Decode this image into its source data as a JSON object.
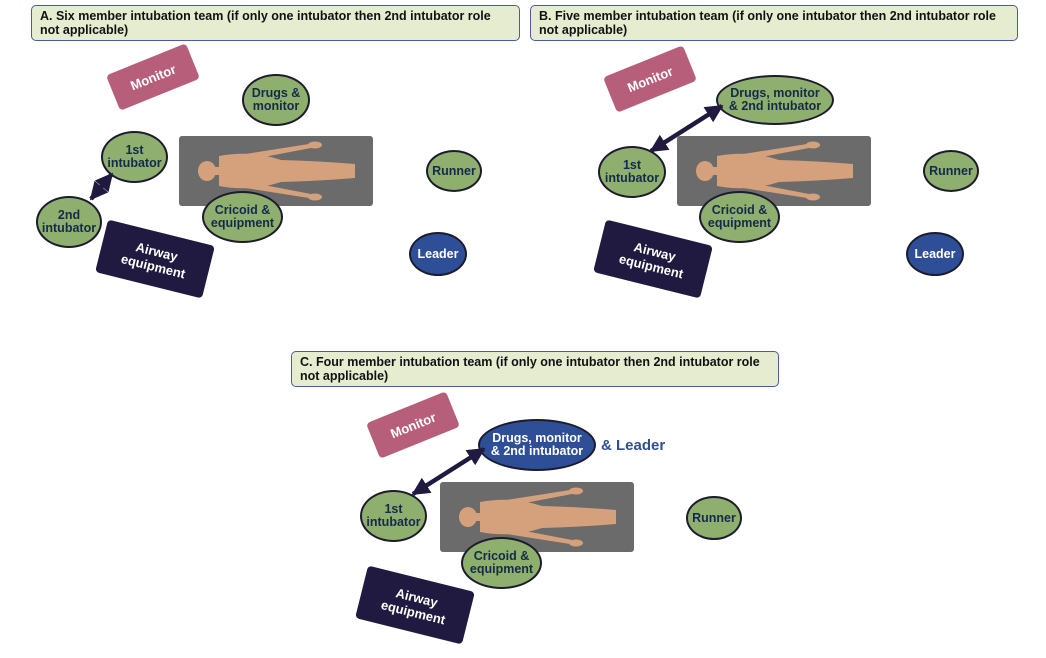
{
  "panels": {
    "a": {
      "title": "A.  Six member intubation team (if only one intubator then 2nd intubator role not applicable)",
      "monitor": "Monitor",
      "drugs": "Drugs &\nmonitor",
      "intubator1": "1st\nintubator",
      "intubator2": "2nd\nintubator",
      "cricoid": "Cricoid &\nequipment",
      "runner": "Runner",
      "leader": "Leader",
      "airway": "Airway\nequipment"
    },
    "b": {
      "title": "B.  Five member intubation team (if only one intubator then 2nd intubator role not applicable)",
      "monitor": "Monitor",
      "drugs": "Drugs, monitor\n& 2nd intubator",
      "intubator1": "1st\nintubator",
      "cricoid": "Cricoid &\nequipment",
      "runner": "Runner",
      "leader": "Leader",
      "airway": "Airway\nequipment"
    },
    "c": {
      "title": "C.  Four member intubation team (if only one intubator then 2nd intubator role not applicable)",
      "monitor": "Monitor",
      "drugs": "Drugs, monitor\n& 2nd intubator",
      "leader_suffix": "& Leader",
      "intubator1": "1st\nintubator",
      "cricoid": "Cricoid &\nequipment",
      "runner": "Runner",
      "airway": "Airway\nequipment"
    }
  },
  "colors": {
    "team_member": "#8faf6e",
    "leader": "#2e4f98",
    "monitor": "#b75e7b",
    "airway_equipment": "#201a40",
    "bed": "#6b6b6b",
    "patient": "#d4a17c",
    "title_background": "#e6ecd0"
  },
  "icons": {
    "patient": "patient-silhouette-icon",
    "link": "double-headed-arrow"
  }
}
